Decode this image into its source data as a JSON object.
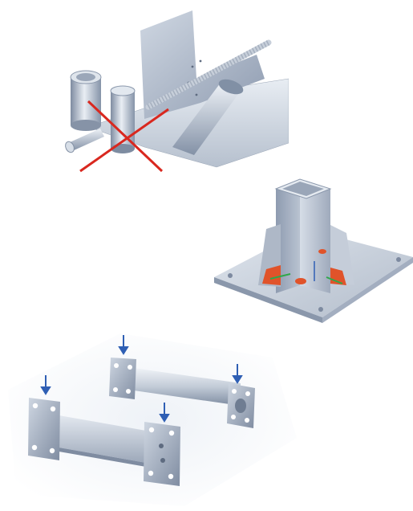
{
  "illustrations": [
    {
      "name": "rejected-round-bar-welded-assembly",
      "status": "crossed-out"
    },
    {
      "name": "square-tube-column-on-base-plate"
    },
    {
      "name": "tube-and-flat-bar-with-end-plates"
    }
  ],
  "colors": {
    "steel_light": "#e4e9f0",
    "steel_mid": "#a9b4c4",
    "steel_dark": "#6f7d92",
    "cross_red": "#d9281f",
    "weld_orange": "#e0532a",
    "arrow_blue": "#2f5fb4",
    "axis_green": "#2fa84a"
  }
}
